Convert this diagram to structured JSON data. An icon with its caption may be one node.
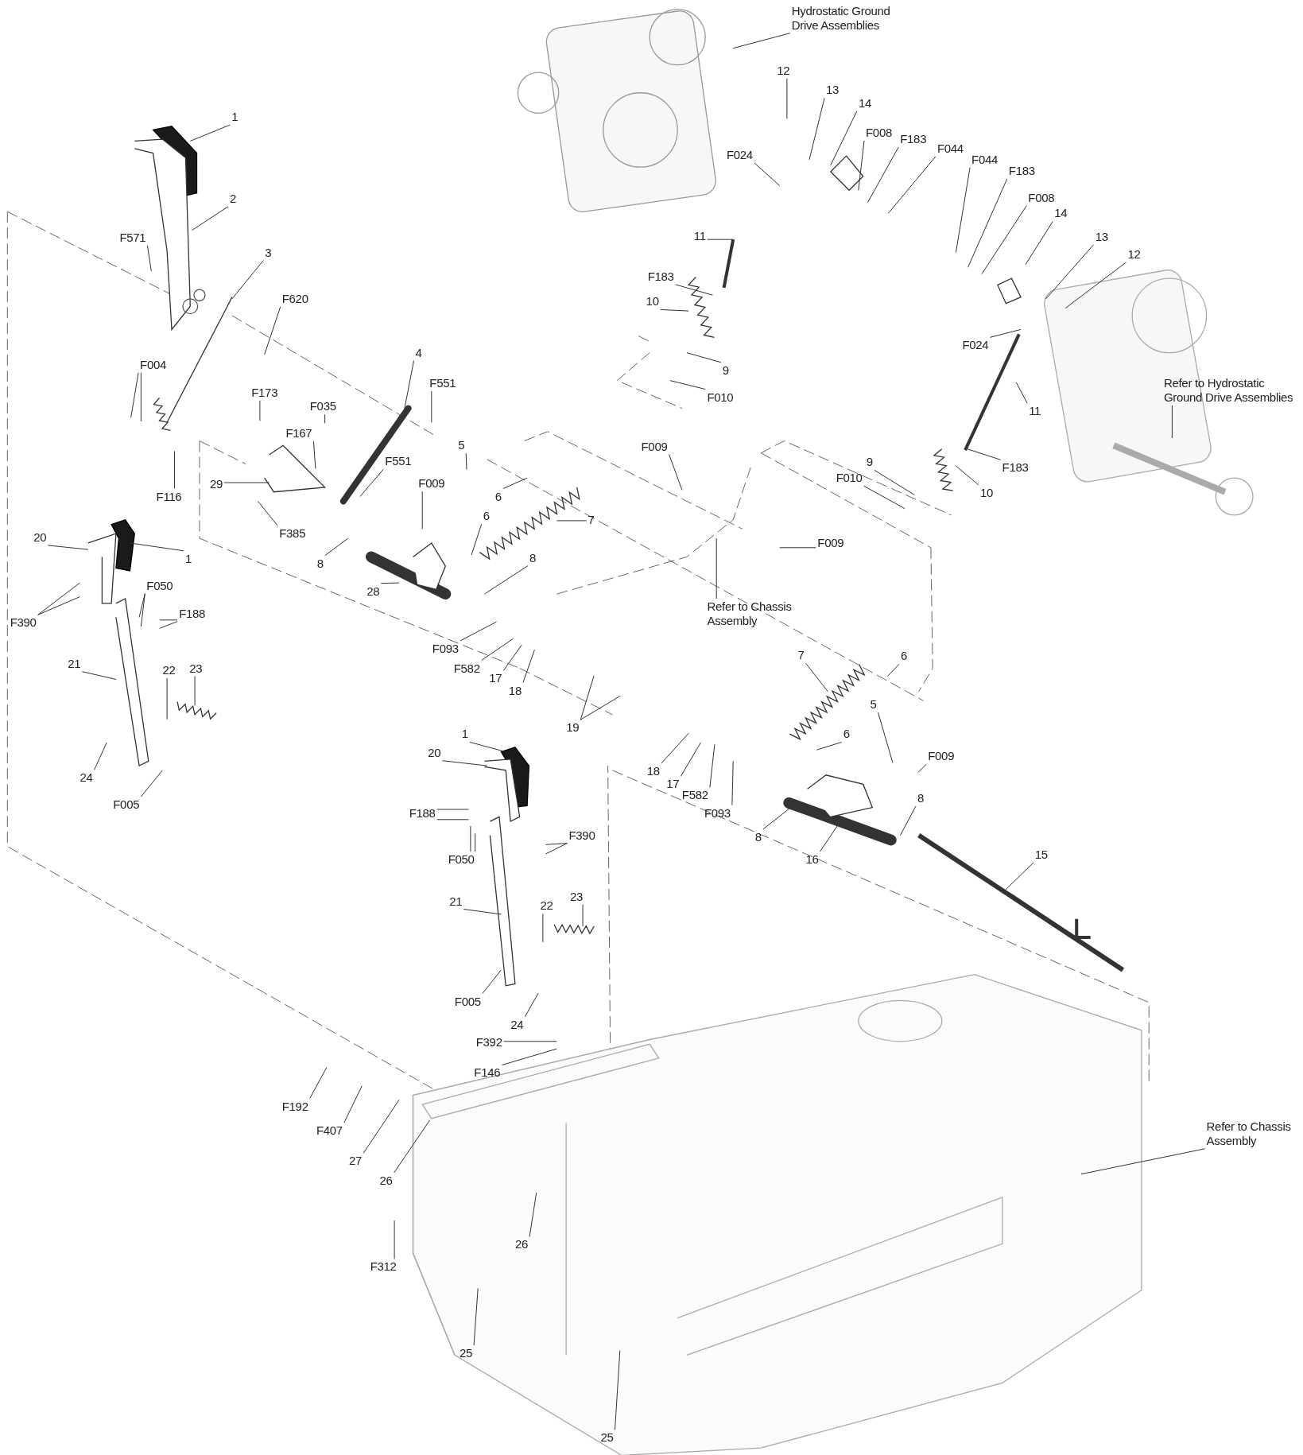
{
  "diagram": {
    "nodes": [
      {
        "text": [
          "Hydrostatic Ground Drive Assemblies"
        ]
      },
      {
        "text": [
          "12"
        ]
      },
      {
        "text": [
          "13"
        ]
      },
      {
        "text": [
          "14"
        ]
      },
      {
        "text": [
          "F008"
        ]
      },
      {
        "text": [
          "F183"
        ]
      },
      {
        "text": [
          "F044"
        ]
      },
      {
        "text": [
          "F024"
        ]
      },
      {
        "text": [
          "11"
        ]
      },
      {
        "text": [
          "F183"
        ]
      },
      {
        "text": [
          "10"
        ]
      },
      {
        "text": [
          "9"
        ]
      },
      {
        "text": [
          "F010"
        ]
      },
      {
        "text": [
          "F044"
        ]
      },
      {
        "text": [
          "F183"
        ]
      },
      {
        "text": [
          "F008"
        ]
      },
      {
        "text": [
          "14"
        ]
      },
      {
        "text": [
          "13"
        ]
      },
      {
        "text": [
          "12"
        ]
      },
      {
        "text": [
          "F024"
        ]
      },
      {
        "text": [
          "11"
        ]
      },
      {
        "text": [
          "F183"
        ]
      },
      {
        "text": [
          "10"
        ]
      },
      {
        "text": [
          "9"
        ]
      },
      {
        "text": [
          "F010"
        ]
      },
      {
        "text": [
          "Refer to Hydrostatic Ground Drive Assemblies"
        ]
      },
      {
        "text": [
          "1"
        ]
      },
      {
        "text": [
          "2"
        ]
      },
      {
        "text": [
          "F571"
        ]
      },
      {
        "text": [
          "3"
        ]
      },
      {
        "text": [
          "F620"
        ]
      },
      {
        "text": [
          "F004"
        ]
      },
      {
        "text": [
          "4"
        ]
      },
      {
        "text": [
          "F551"
        ]
      },
      {
        "text": [
          "F173"
        ]
      },
      {
        "text": [
          "F035"
        ]
      },
      {
        "text": [
          "F167"
        ]
      },
      {
        "text": [
          "F551"
        ]
      },
      {
        "text": [
          "29"
        ]
      },
      {
        "text": [
          "F116"
        ]
      },
      {
        "text": [
          "F385"
        ]
      },
      {
        "text": [
          "5"
        ]
      },
      {
        "text": [
          "F009"
        ]
      },
      {
        "text": [
          "6"
        ]
      },
      {
        "text": [
          "6"
        ]
      },
      {
        "text": [
          "7"
        ]
      },
      {
        "text": [
          "8"
        ]
      },
      {
        "text": [
          "8"
        ]
      },
      {
        "text": [
          "28"
        ]
      },
      {
        "text": [
          "20"
        ]
      },
      {
        "text": [
          "1"
        ]
      },
      {
        "text": [
          "F050"
        ]
      },
      {
        "text": [
          "F188"
        ]
      },
      {
        "text": [
          "F390"
        ]
      },
      {
        "text": [
          "21"
        ]
      },
      {
        "text": [
          "22"
        ]
      },
      {
        "text": [
          "23"
        ]
      },
      {
        "text": [
          "24"
        ]
      },
      {
        "text": [
          "F005"
        ]
      },
      {
        "text": [
          "F009"
        ]
      },
      {
        "text": [
          "F009"
        ]
      },
      {
        "text": [
          "Refer to Chassis Assembly"
        ]
      },
      {
        "text": [
          "F093"
        ]
      },
      {
        "text": [
          "F582"
        ]
      },
      {
        "text": [
          "17"
        ]
      },
      {
        "text": [
          "18"
        ]
      },
      {
        "text": [
          "19"
        ]
      },
      {
        "text": [
          "7"
        ]
      },
      {
        "text": [
          "6"
        ]
      },
      {
        "text": [
          "5"
        ]
      },
      {
        "text": [
          "6"
        ]
      },
      {
        "text": [
          "F009"
        ]
      },
      {
        "text": [
          "8"
        ]
      },
      {
        "text": [
          "8"
        ]
      },
      {
        "text": [
          "16"
        ]
      },
      {
        "text": [
          "18"
        ]
      },
      {
        "text": [
          "17"
        ]
      },
      {
        "text": [
          "F582"
        ]
      },
      {
        "text": [
          "F093"
        ]
      },
      {
        "text": [
          "15"
        ]
      },
      {
        "text": [
          "1"
        ]
      },
      {
        "text": [
          "20"
        ]
      },
      {
        "text": [
          "F188"
        ]
      },
      {
        "text": [
          "F050"
        ]
      },
      {
        "text": [
          "F390"
        ]
      },
      {
        "text": [
          "21"
        ]
      },
      {
        "text": [
          "22"
        ]
      },
      {
        "text": [
          "23"
        ]
      },
      {
        "text": [
          "F005"
        ]
      },
      {
        "text": [
          "24"
        ]
      },
      {
        "text": [
          "F392"
        ]
      },
      {
        "text": [
          "F146"
        ]
      },
      {
        "text": [
          "F192"
        ]
      },
      {
        "text": [
          "F407"
        ]
      },
      {
        "text": [
          "27"
        ]
      },
      {
        "text": [
          "26"
        ]
      },
      {
        "text": [
          "26"
        ]
      },
      {
        "text": [
          "F312"
        ]
      },
      {
        "text": [
          "25"
        ]
      },
      {
        "text": [
          "25"
        ]
      },
      {
        "text": [
          "Refer to Chassis Assembly"
        ]
      }
    ],
    "edges": [
      {
        "from": 0,
        "to": null,
        "arrow": "none"
      },
      {
        "from": 1,
        "to": null,
        "arrow": "none"
      },
      {
        "from": 2,
        "to": null,
        "arrow": "none"
      },
      {
        "from": 3,
        "to": null,
        "arrow": "none"
      },
      {
        "from": 4,
        "to": null,
        "arrow": "none"
      },
      {
        "from": 5,
        "to": null,
        "arrow": "none"
      },
      {
        "from": 6,
        "to": null,
        "arrow": "none"
      },
      {
        "from": 7,
        "to": null,
        "arrow": "none"
      },
      {
        "from": 8,
        "to": null,
        "arrow": "none"
      },
      {
        "from": 9,
        "to": null,
        "arrow": "none"
      },
      {
        "from": 10,
        "to": null,
        "arrow": "none"
      },
      {
        "from": 11,
        "to": null,
        "arrow": "none"
      },
      {
        "from": 12,
        "to": null,
        "arrow": "none"
      },
      {
        "from": 13,
        "to": null,
        "arrow": "none"
      },
      {
        "from": 14,
        "to": null,
        "arrow": "none"
      },
      {
        "from": 15,
        "to": null,
        "arrow": "none"
      },
      {
        "from": 16,
        "to": null,
        "arrow": "none"
      },
      {
        "from": 17,
        "to": null,
        "arrow": "none"
      },
      {
        "from": 18,
        "to": null,
        "arrow": "none"
      },
      {
        "from": 19,
        "to": null,
        "arrow": "none"
      },
      {
        "from": 20,
        "to": null,
        "arrow": "none"
      },
      {
        "from": 21,
        "to": null,
        "arrow": "none"
      },
      {
        "from": 22,
        "to": null,
        "arrow": "none"
      },
      {
        "from": 23,
        "to": null,
        "arrow": "none"
      },
      {
        "from": 24,
        "to": null,
        "arrow": "none"
      },
      {
        "from": 25,
        "to": null,
        "arrow": "none"
      },
      {
        "from": 26,
        "to": null,
        "arrow": "none"
      },
      {
        "from": 27,
        "to": null,
        "arrow": "none"
      },
      {
        "from": 28,
        "to": null,
        "arrow": "none"
      },
      {
        "from": 29,
        "to": null,
        "arrow": "none"
      },
      {
        "from": 30,
        "to": null,
        "arrow": "none"
      },
      {
        "from": 31,
        "to": null,
        "arrow": "none"
      },
      {
        "from": 31,
        "to": null,
        "arrow": "none"
      },
      {
        "from": 32,
        "to": null,
        "arrow": "none"
      },
      {
        "from": 33,
        "to": null,
        "arrow": "none"
      },
      {
        "from": 34,
        "to": null,
        "arrow": "none"
      },
      {
        "from": 35,
        "to": null,
        "arrow": "none"
      },
      {
        "from": 36,
        "to": null,
        "arrow": "none"
      },
      {
        "from": 37,
        "to": null,
        "arrow": "none"
      },
      {
        "from": 38,
        "to": null,
        "arrow": "none"
      },
      {
        "from": 39,
        "to": null,
        "arrow": "none"
      },
      {
        "from": 40,
        "to": null,
        "arrow": "none"
      },
      {
        "from": 41,
        "to": null,
        "arrow": "none"
      },
      {
        "from": 42,
        "to": null,
        "arrow": "none"
      },
      {
        "from": 43,
        "to": null,
        "arrow": "none"
      },
      {
        "from": 44,
        "to": null,
        "arrow": "none"
      },
      {
        "from": 45,
        "to": null,
        "arrow": "none"
      },
      {
        "from": 46,
        "to": null,
        "arrow": "none"
      },
      {
        "from": 47,
        "to": null,
        "arrow": "none"
      },
      {
        "from": 48,
        "to": null,
        "arrow": "none"
      },
      {
        "from": 49,
        "to": null,
        "arrow": "none"
      },
      {
        "from": 50,
        "to": null,
        "arrow": "none"
      },
      {
        "from": 51,
        "to": null,
        "arrow": "none"
      },
      {
        "from": 51,
        "to": null,
        "arrow": "none"
      },
      {
        "from": 52,
        "to": null,
        "arrow": "none"
      },
      {
        "from": 52,
        "to": null,
        "arrow": "none"
      },
      {
        "from": 53,
        "to": null,
        "arrow": "none"
      },
      {
        "from": 53,
        "to": null,
        "arrow": "none"
      },
      {
        "from": 54,
        "to": null,
        "arrow": "none"
      },
      {
        "from": 55,
        "to": null,
        "arrow": "none"
      },
      {
        "from": 56,
        "to": null,
        "arrow": "none"
      },
      {
        "from": 57,
        "to": null,
        "arrow": "none"
      },
      {
        "from": 58,
        "to": null,
        "arrow": "none"
      },
      {
        "from": 59,
        "to": null,
        "arrow": "none"
      },
      {
        "from": 60,
        "to": null,
        "arrow": "none"
      },
      {
        "from": 61,
        "to": null,
        "arrow": "none"
      },
      {
        "from": 62,
        "to": null,
        "arrow": "none"
      },
      {
        "from": 63,
        "to": null,
        "arrow": "none"
      },
      {
        "from": 64,
        "to": null,
        "arrow": "none"
      },
      {
        "from": 65,
        "to": null,
        "arrow": "none"
      },
      {
        "from": 66,
        "to": null,
        "arrow": "none"
      },
      {
        "from": 66,
        "to": null,
        "arrow": "none"
      },
      {
        "from": 67,
        "to": null,
        "arrow": "none"
      },
      {
        "from": 68,
        "to": null,
        "arrow": "none"
      },
      {
        "from": 69,
        "to": null,
        "arrow": "none"
      },
      {
        "from": 70,
        "to": null,
        "arrow": "none"
      },
      {
        "from": 71,
        "to": null,
        "arrow": "none"
      },
      {
        "from": 72,
        "to": null,
        "arrow": "none"
      },
      {
        "from": 73,
        "to": null,
        "arrow": "none"
      },
      {
        "from": 74,
        "to": null,
        "arrow": "none"
      },
      {
        "from": 75,
        "to": null,
        "arrow": "none"
      },
      {
        "from": 76,
        "to": null,
        "arrow": "none"
      },
      {
        "from": 77,
        "to": null,
        "arrow": "none"
      },
      {
        "from": 78,
        "to": null,
        "arrow": "none"
      },
      {
        "from": 79,
        "to": null,
        "arrow": "none"
      },
      {
        "from": 80,
        "to": null,
        "arrow": "none"
      },
      {
        "from": 81,
        "to": null,
        "arrow": "none"
      },
      {
        "from": 82,
        "to": null,
        "arrow": "none"
      },
      {
        "from": 82,
        "to": null,
        "arrow": "none"
      },
      {
        "from": 83,
        "to": null,
        "arrow": "none"
      },
      {
        "from": 83,
        "to": null,
        "arrow": "none"
      },
      {
        "from": 84,
        "to": null,
        "arrow": "none"
      },
      {
        "from": 84,
        "to": null,
        "arrow": "none"
      },
      {
        "from": 85,
        "to": null,
        "arrow": "none"
      },
      {
        "from": 86,
        "to": null,
        "arrow": "none"
      },
      {
        "from": 87,
        "to": null,
        "arrow": "none"
      },
      {
        "from": 88,
        "to": null,
        "arrow": "none"
      },
      {
        "from": 89,
        "to": null,
        "arrow": "none"
      },
      {
        "from": 90,
        "to": null,
        "arrow": "none"
      },
      {
        "from": 91,
        "to": null,
        "arrow": "none"
      },
      {
        "from": 92,
        "to": null,
        "arrow": "none"
      },
      {
        "from": 93,
        "to": null,
        "arrow": "none"
      },
      {
        "from": 94,
        "to": null,
        "arrow": "none"
      },
      {
        "from": 95,
        "to": null,
        "arrow": "none"
      },
      {
        "from": 96,
        "to": null,
        "arrow": "none"
      },
      {
        "from": 97,
        "to": null,
        "arrow": "none"
      },
      {
        "from": 98,
        "to": null,
        "arrow": "none"
      },
      {
        "from": 99,
        "to": null,
        "arrow": "none"
      },
      {
        "from": 100,
        "to": null,
        "arrow": "none"
      }
    ]
  }
}
